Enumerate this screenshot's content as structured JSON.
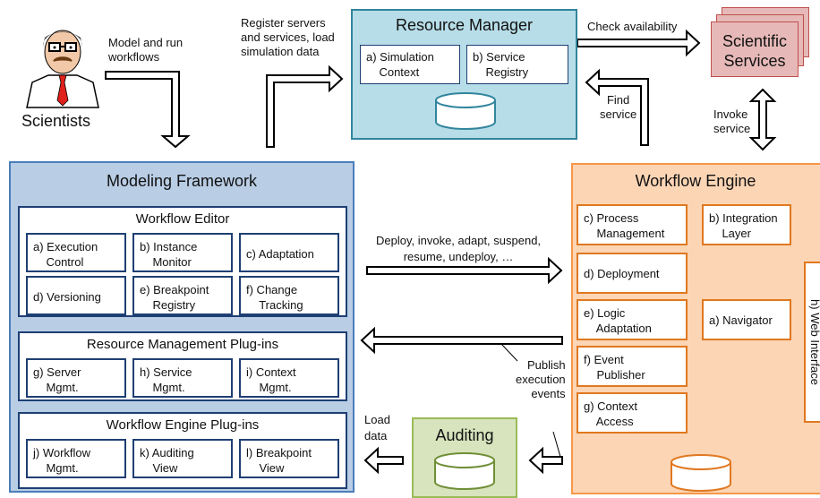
{
  "scientists": {
    "label": "Scientists",
    "action": "Model and run\nworkflows"
  },
  "register_label": "Register servers\nand services, load\nsimulation data",
  "resource_manager": {
    "title": "Resource Manager",
    "items": [
      "a) Simulation\n    Context",
      "b) Service\n    Registry"
    ]
  },
  "check_label": "Check availability",
  "find_label": "Find\nservice",
  "scientific_services": "Scientific\nServices",
  "invoke_label": "Invoke\nservice",
  "modeling_framework": {
    "title": "Modeling Framework",
    "workflow_editor": {
      "title": "Workflow Editor",
      "items": [
        "a) Execution\n    Control",
        "b) Instance\n    Monitor",
        "c) Adaptation",
        "d) Versioning",
        "e) Breakpoint\n    Registry",
        "f) Change\n    Tracking"
      ]
    },
    "resource_plugins": {
      "title": "Resource Management Plug-ins",
      "items": [
        "g) Server\n    Mgmt.",
        "h) Service\n    Mgmt.",
        "i) Context\n    Mgmt."
      ]
    },
    "engine_plugins": {
      "title": "Workflow Engine Plug-ins",
      "items": [
        "j) Workflow\n    Mgmt.",
        "k) Auditing\n    View",
        "l) Breakpoint\n    View"
      ]
    }
  },
  "deploy_label": "Deploy, invoke, adapt, suspend,\nresume, undeploy, …",
  "publish_label": "Publish\nexecution\nevents",
  "load_label": "Load\ndata",
  "auditing": "Auditing",
  "workflow_engine": {
    "title": "Workflow Engine",
    "items": [
      "c) Process\n    Management",
      "b) Integration\n    Layer",
      "d) Deployment",
      "e) Logic\n    Adaptation",
      "a) Navigator",
      "f) Event\n    Publisher",
      "g) Context\n    Access"
    ],
    "web_interface": "h) Web Interface"
  },
  "colors": {
    "modeling_fill": "#b9cde5",
    "modeling_border": "#4a7ebb",
    "resource_fill": "#b7dde8",
    "resource_border": "#31859c",
    "engine_fill": "#fcd5b5",
    "engine_border": "#f79646",
    "services_fill": "#e6b9b8",
    "services_border": "#c0504d",
    "auditing_fill": "#d7e4bd",
    "auditing_border": "#9bbb59"
  }
}
